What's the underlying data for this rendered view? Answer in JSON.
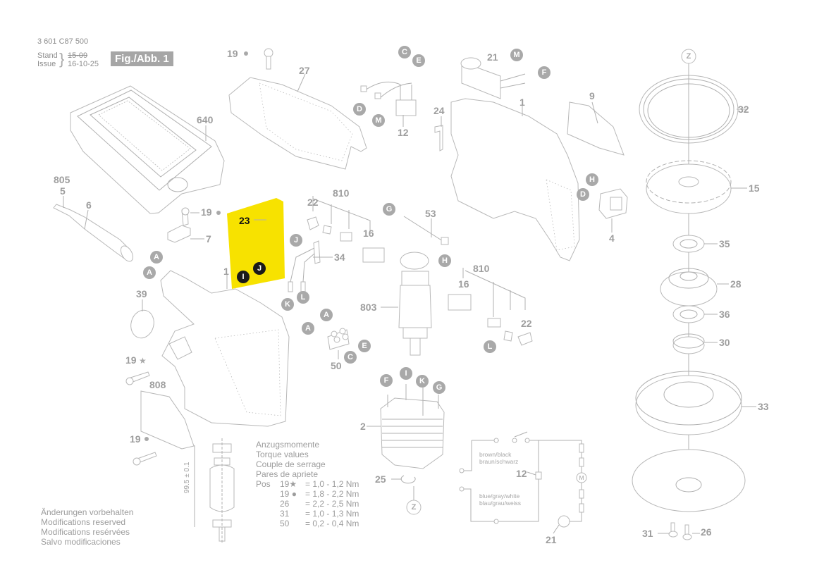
{
  "header": {
    "part_number": "3 601 C87 500",
    "stand_label": "Stand",
    "issue_label": "Issue",
    "stand_date_old": "15-09",
    "issue_date": "16-10-25",
    "figure_label": "Fig./Abb. 1"
  },
  "part_labels": {
    "p19a": "19",
    "p27": "27",
    "p640": "640",
    "p805": "805",
    "p5": "5",
    "p6": "6",
    "p19b": "19",
    "p7": "7",
    "p23": "23",
    "p1a": "1",
    "p39": "39",
    "p19c": "19",
    "p808": "808",
    "p19d": "19",
    "p22a": "22",
    "p810a": "810",
    "p16a": "16",
    "p34": "34",
    "p53": "53",
    "p803": "803",
    "p50": "50",
    "p810b": "810",
    "p16b": "16",
    "p22b": "22",
    "p2": "2",
    "p25": "25",
    "p12a": "12",
    "p21a": "21",
    "p24": "24",
    "p1b": "1",
    "p9": "9",
    "p4": "4",
    "p32": "32",
    "p15": "15",
    "p35": "35",
    "p28": "28",
    "p36": "36",
    "p30": "30",
    "p33": "33",
    "p31": "31",
    "p26": "26",
    "p12b": "12",
    "p21b": "21"
  },
  "connectors": {
    "A1": "A",
    "A2": "A",
    "A3": "A",
    "A4": "A",
    "C1": "C",
    "C2": "C",
    "D1": "D",
    "D2": "D",
    "E1": "E",
    "E2": "E",
    "F1": "F",
    "F2": "F",
    "G1": "G",
    "G2": "G",
    "H1": "H",
    "H2": "H",
    "I1": "I",
    "I2": "I",
    "J1": "J",
    "J2": "J",
    "K1": "K",
    "K2": "K",
    "L1": "L",
    "L2": "L",
    "M1": "M",
    "M2": "M",
    "Z1": "Z",
    "Z2": "Z"
  },
  "highlighted_part": "23",
  "armature_dimension": "99.5 ± 0.1",
  "torque": {
    "title_lines": [
      "Anzugsmomente",
      "Torque values",
      "Couple de serrage",
      "Pares de apriete"
    ],
    "pos_label": "Pos",
    "rows": [
      {
        "pos": "19",
        "symbol": "★",
        "value": "= 1,0 - 1,2 Nm"
      },
      {
        "pos": "19",
        "symbol": "●",
        "value": "= 1,8 - 2,2 Nm"
      },
      {
        "pos": "26",
        "symbol": "",
        "value": "= 2,2 - 2,5 Nm"
      },
      {
        "pos": "31",
        "symbol": "",
        "value": "= 1,0 - 1,3 Nm"
      },
      {
        "pos": "50",
        "symbol": "",
        "value": "= 0,2 - 0,4 Nm"
      }
    ]
  },
  "modifications": [
    "Änderungen vorbehalten",
    "Modifications reserved",
    "Modifications resérvées",
    "Salvo modificaciones"
  ],
  "wiring": {
    "top_wire": [
      "brown/black",
      "braun/schwarz"
    ],
    "bottom_wire": [
      "blue/gray/white",
      "blau/grau/weiss"
    ],
    "motor_symbol": "M"
  },
  "colors": {
    "highlight": "#f7e200",
    "label_gray": "#9e9e9e",
    "callout_dark": "#1a1a1a"
  }
}
